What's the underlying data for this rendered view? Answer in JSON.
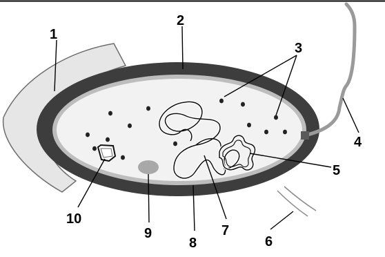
{
  "labels": {
    "l1": "1",
    "l2": "2",
    "l3": "3",
    "l4": "4",
    "l5": "5",
    "l6": "6",
    "l7": "7",
    "l8": "8",
    "l9": "9",
    "l10": "10"
  },
  "colors": {
    "capsule": "#e6e6e6",
    "cell_wall": "#3d3d3d",
    "cytoplasm": "#f2f2f2",
    "membrane": "#bdbdbd",
    "flagellum": "#9a9a9a",
    "ink": "#000000"
  }
}
